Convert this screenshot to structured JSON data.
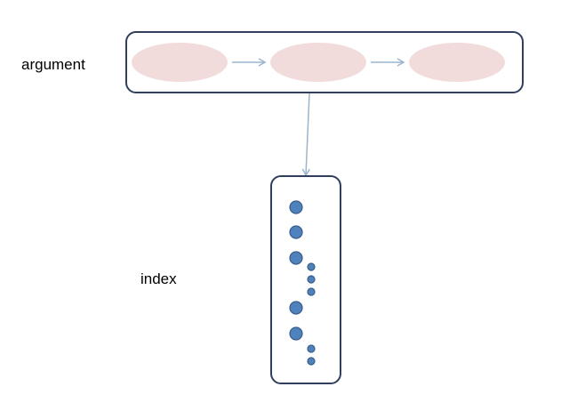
{
  "labels": {
    "argument": "argument",
    "index": "index"
  },
  "colors": {
    "box_stroke": "#2f3f5c",
    "ellipse_fill": "#f2dcdb",
    "arrow": "#9bb5cf",
    "dot_fill": "#4f81bd",
    "dot_stroke": "#385d8a"
  },
  "argument_sequence": {
    "node_count": 3
  },
  "index_list": {
    "entries": [
      "large",
      "large",
      "large",
      "small",
      "small",
      "small",
      "large",
      "large",
      "small",
      "small"
    ]
  }
}
